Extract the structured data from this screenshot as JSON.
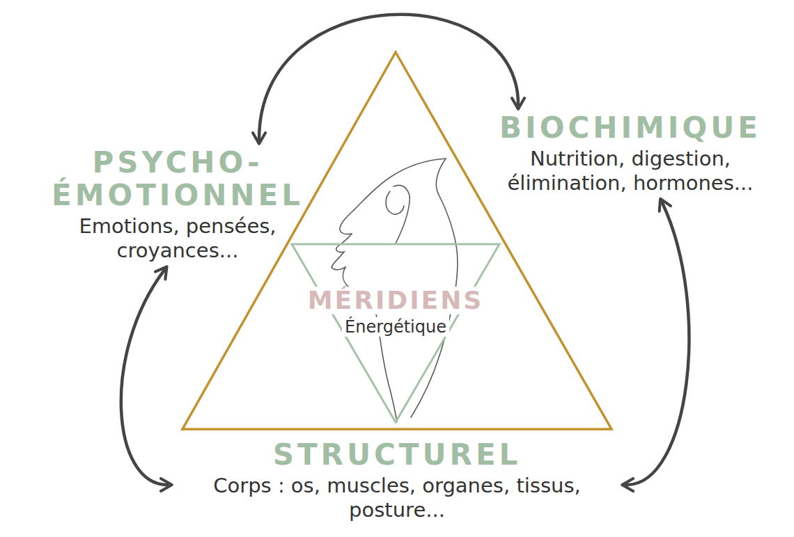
{
  "diagram": {
    "nodes": [
      {
        "text": [
          "PSYCHO- ÉMOTIONNEL",
          "Emotions, pensées, croyances..."
        ]
      },
      {
        "text": [
          "BIOCHIMIQUE",
          "Nutrition, digestion, élimination, hormones..."
        ]
      },
      {
        "text": [
          "STRUCTUREL",
          "Corps : os, muscles, organes, tissus, posture..."
        ]
      },
      {
        "text": [
          "MÉRIDIENS",
          "Énergétique"
        ]
      }
    ],
    "edges": [
      {
        "from": 0,
        "to": 1,
        "arrow": "both"
      },
      {
        "from": 0,
        "to": 2,
        "arrow": "both"
      },
      {
        "from": 1,
        "to": 2,
        "arrow": "both"
      }
    ]
  }
}
